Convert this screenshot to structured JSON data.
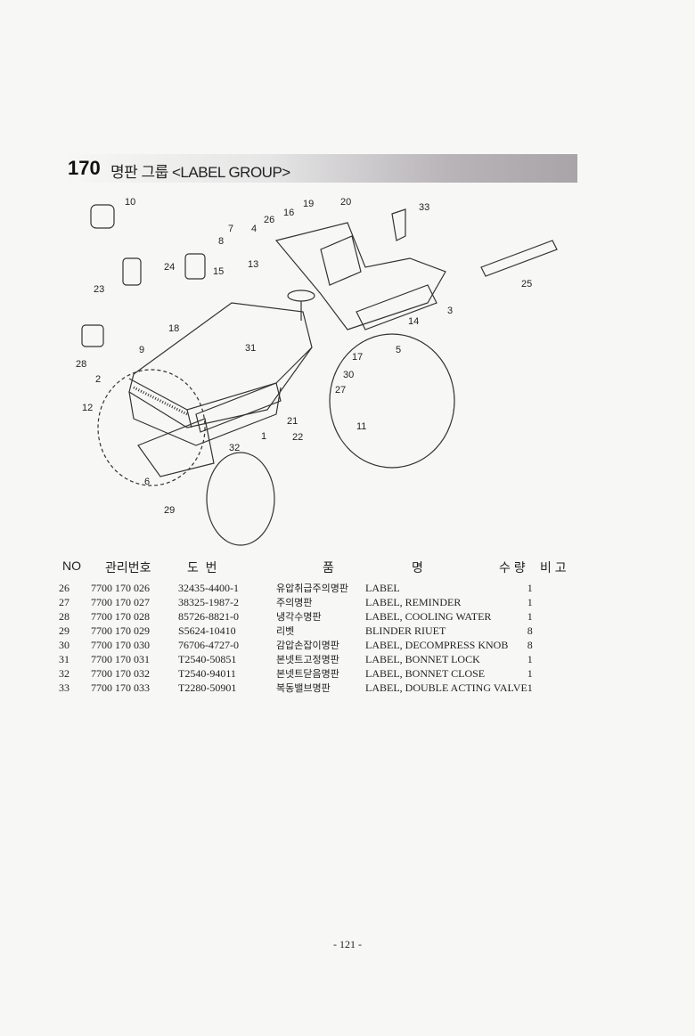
{
  "section": {
    "number": "170",
    "title": "명판 그룹 <LABEL GROUP>"
  },
  "diagram": {
    "callouts": [
      "10",
      "19",
      "20",
      "33",
      "16",
      "26",
      "4",
      "7",
      "8",
      "24",
      "15",
      "13",
      "23",
      "25",
      "3",
      "18",
      "31",
      "14",
      "28",
      "9",
      "5",
      "17",
      "30",
      "2",
      "27",
      "12",
      "21",
      "11",
      "22",
      "1",
      "32",
      "6",
      "29"
    ]
  },
  "table": {
    "headers": {
      "no": "NO",
      "mgmt": "관리번호",
      "dwg": "도  번",
      "name_a": "품",
      "name_b": "명",
      "qty": "수 량",
      "remark": "비 고"
    },
    "rows": [
      {
        "no": "26",
        "mgmt": "7700 170 026",
        "dwg": "32435-4400-1",
        "kor": "유압취급주의명판",
        "eng": "LABEL",
        "qty": "1"
      },
      {
        "no": "27",
        "mgmt": "7700 170 027",
        "dwg": "38325-1987-2",
        "kor": "주의명판",
        "eng": "LABEL, REMINDER",
        "qty": "1"
      },
      {
        "no": "28",
        "mgmt": "7700 170 028",
        "dwg": "85726-8821-0",
        "kor": "냉각수명판",
        "eng": "LABEL, COOLING WATER",
        "qty": "1"
      },
      {
        "no": "29",
        "mgmt": "7700 170 029",
        "dwg": "S5624-10410",
        "kor": "리벳",
        "eng": "BLINDER RIUET",
        "qty": "8"
      },
      {
        "no": "30",
        "mgmt": "7700 170 030",
        "dwg": "76706-4727-0",
        "kor": "감압손잡이명판",
        "eng": "LABEL, DECOMPRESS KNOB",
        "qty": "8"
      },
      {
        "no": "31",
        "mgmt": "7700 170 031",
        "dwg": "T2540-50851",
        "kor": "본넷트고정명판",
        "eng": "LABEL, BONNET LOCK",
        "qty": "1"
      },
      {
        "no": "32",
        "mgmt": "7700 170 032",
        "dwg": "T2540-94011",
        "kor": "본넷트닫음명판",
        "eng": "LABEL, BONNET CLOSE",
        "qty": "1"
      },
      {
        "no": "33",
        "mgmt": "7700 170 033",
        "dwg": "T2280-50901",
        "kor": "복동밸브명판",
        "eng": "LABEL, DOUBLE ACTING VALVE",
        "qty": "1"
      }
    ]
  },
  "page_number": "- 121 -"
}
